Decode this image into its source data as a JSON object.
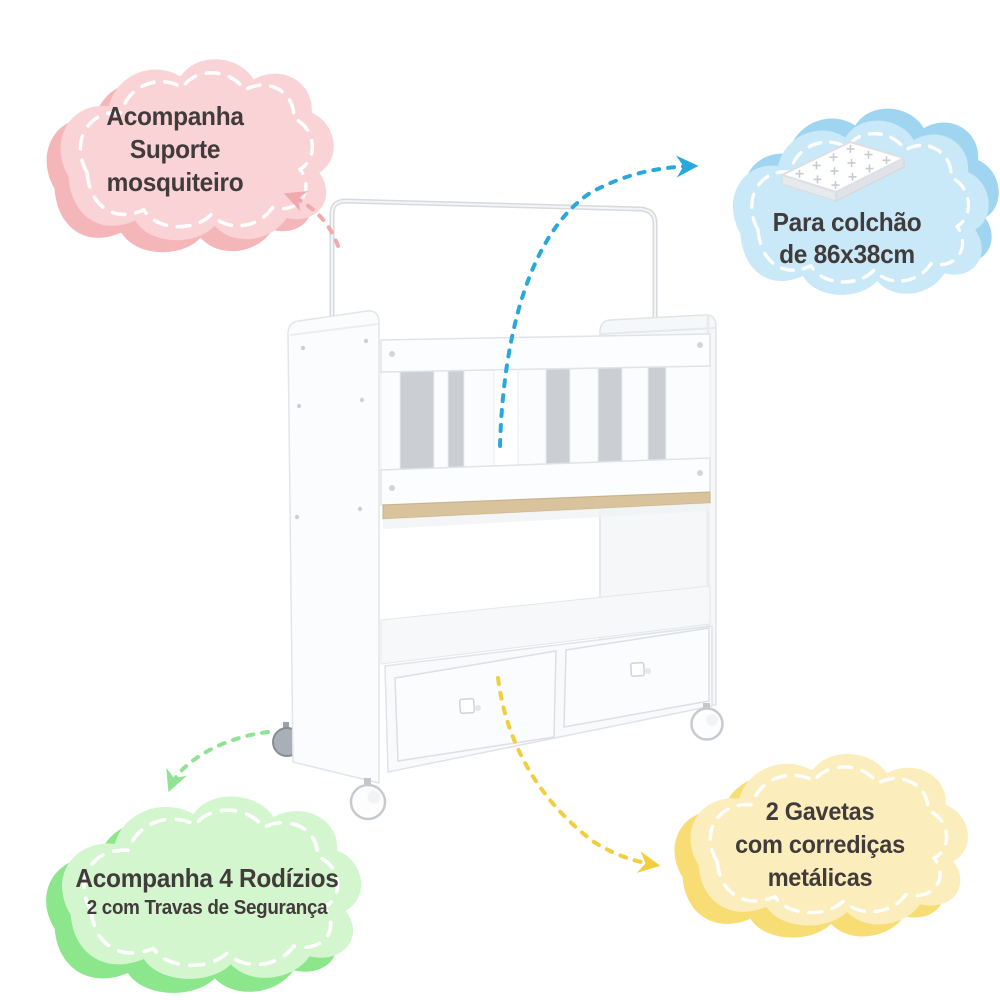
{
  "page": {
    "background": "#FFFFFF",
    "description": "White baby bassinet crib infographic with four feature callout clouds"
  },
  "styles": {
    "text_color": "#423B3B",
    "cloud_dash_color": "#FFFFFF"
  },
  "callouts": {
    "mosquito_net": {
      "lines": [
        "Acompanha",
        "Suporte",
        "mosquiteiro"
      ],
      "cloud_front_color": "#FAD3D6",
      "cloud_back_color": "#F5B6BA",
      "arrow_color": "#F2A9AD"
    },
    "mattress": {
      "lines": [
        "Para colchão",
        "de 86x38cm"
      ],
      "icon": "mattress-icon",
      "cloud_front_color": "#C9E8F8",
      "cloud_back_color": "#A0D5F1",
      "arrow_color": "#29A8DC"
    },
    "casters": {
      "lines": [
        "Acompanha 4 Rodízios",
        "2 com Travas de Segurança"
      ],
      "cloud_front_color": "#D3F6CF",
      "cloud_back_color": "#8BE68C",
      "arrow_color": "#8FE393"
    },
    "drawers": {
      "lines": [
        "2 Gavetas",
        "com corrediças",
        "metálicas"
      ],
      "cloud_front_color": "#FBEDBC",
      "cloud_back_color": "#F8DC74",
      "arrow_color": "#F2CE3E"
    }
  },
  "crib": {
    "body_color": "#FBFCFD",
    "outline_color": "#E2E5E9",
    "slat_shadow_color": "#CBCFD4",
    "wood_color": "#D8C39D",
    "wheel_color": "#FDFDFE",
    "wheel_dark_color": "#A9AFB6"
  }
}
